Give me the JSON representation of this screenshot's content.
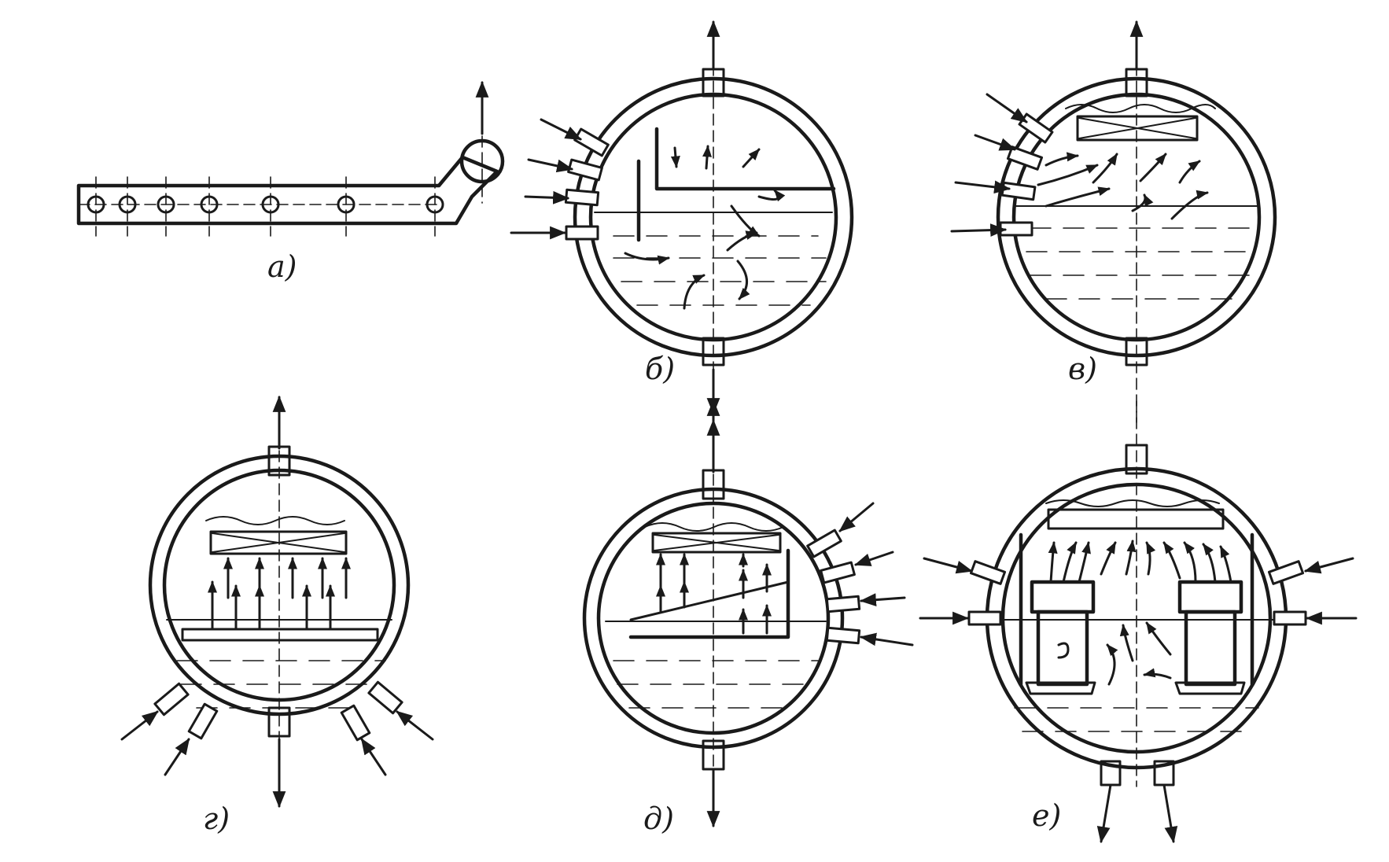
{
  "figure": {
    "panels": [
      {
        "id": "a",
        "label": "а)"
      },
      {
        "id": "b",
        "label": "б)"
      },
      {
        "id": "v",
        "label": "в)"
      },
      {
        "id": "g",
        "label": "г)"
      },
      {
        "id": "d",
        "label": "д)"
      },
      {
        "id": "e",
        "label": "е)"
      }
    ]
  },
  "colors": {
    "ink": "#1a1a1a",
    "background": "#ffffff"
  }
}
